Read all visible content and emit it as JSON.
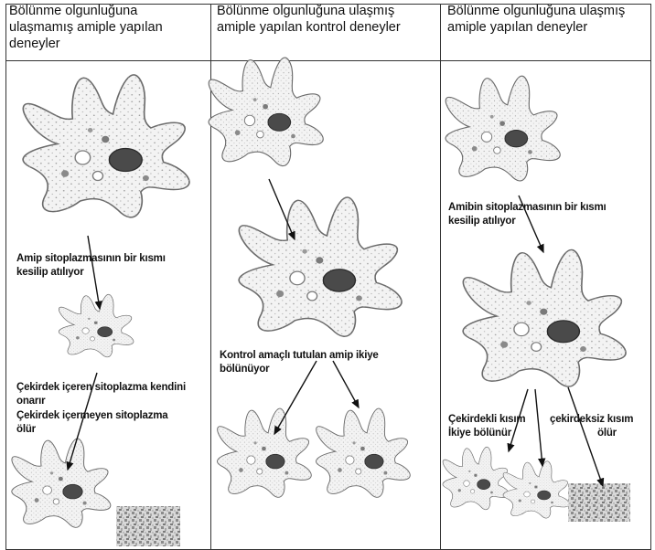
{
  "columns": [
    {
      "header_line1": "Bölünme olgunluğuna",
      "header_line2": "ulaşmamış amiple yapılan",
      "header_line3": "deneyler",
      "note_cut_line1": "Amip sitoplazmasının bir kısmı",
      "note_cut_line2": "kesilip atılıyor",
      "note_nucleated_line1": "Çekirdek içeren sitoplazma kendini",
      "note_nucleated_line2": "onarır",
      "note_anucleate_line1": "Çekirdek içermeyen sitoplazma",
      "note_anucleate_line2": "ölür"
    },
    {
      "header_line1": "Bölünme olgunluğuna ulaşmış",
      "header_line2": "amiple yapılan kontrol deneyler",
      "note_divide_line1": "Kontrol amaçlı tutulan amip ikiye",
      "note_divide_line2": "bölünüyor"
    },
    {
      "header_line1": "Bölünme olgunluğuna ulaşmış",
      "header_line2": "amiple yapılan deneyler",
      "note_cut_line1": "Amibin sitoplazmasının bir kısmı",
      "note_cut_line2": "kesilip atılıyor",
      "note_left_line1": "Çekirdekli kısım",
      "note_left_line2": "İkiye bölünür",
      "note_right_line1": "çekirdeksiz kısım",
      "note_right_line2": "ölür"
    }
  ],
  "colors": {
    "cell_outline": "#6a6a6a",
    "nucleus": "#3a3a3a",
    "arrow": "#111111",
    "border": "#333333"
  }
}
